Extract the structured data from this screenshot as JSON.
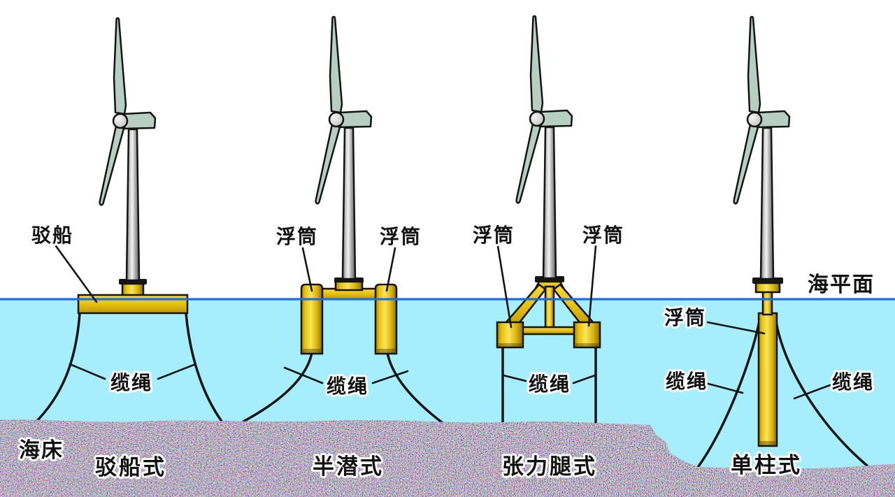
{
  "scene": {
    "sea_level_label": "海平面",
    "seabed_label": "海床"
  },
  "turbines": [
    {
      "key": "barge",
      "type_label": "驳船式",
      "callouts": {
        "platform": "驳船",
        "cable": "缆绳"
      }
    },
    {
      "key": "semi-submersible",
      "type_label": "半潜式",
      "callouts": {
        "buoy_left": "浮筒",
        "buoy_right": "浮筒",
        "cable": "缆绳"
      }
    },
    {
      "key": "tension-leg",
      "type_label": "张力腿式",
      "callouts": {
        "buoy_left": "浮筒",
        "buoy_right": "浮筒",
        "cable": "缆绳"
      }
    },
    {
      "key": "spar",
      "type_label": "单柱式",
      "callouts": {
        "buoy": "浮筒",
        "cable_left": "缆绳",
        "cable_right": "缆绳"
      }
    }
  ],
  "colors": {
    "sky": "#ffffff",
    "water": "#a6eefb",
    "sea_line": "#1b6fe3",
    "structure_yellow": "#e9c413",
    "tower_gray": "#c9c9c9",
    "blade_green": "#b7cfc3",
    "seabed_base": "#7b7383",
    "outline": "#141414",
    "label_text": "#121212",
    "label_halo": "#ffffff"
  }
}
